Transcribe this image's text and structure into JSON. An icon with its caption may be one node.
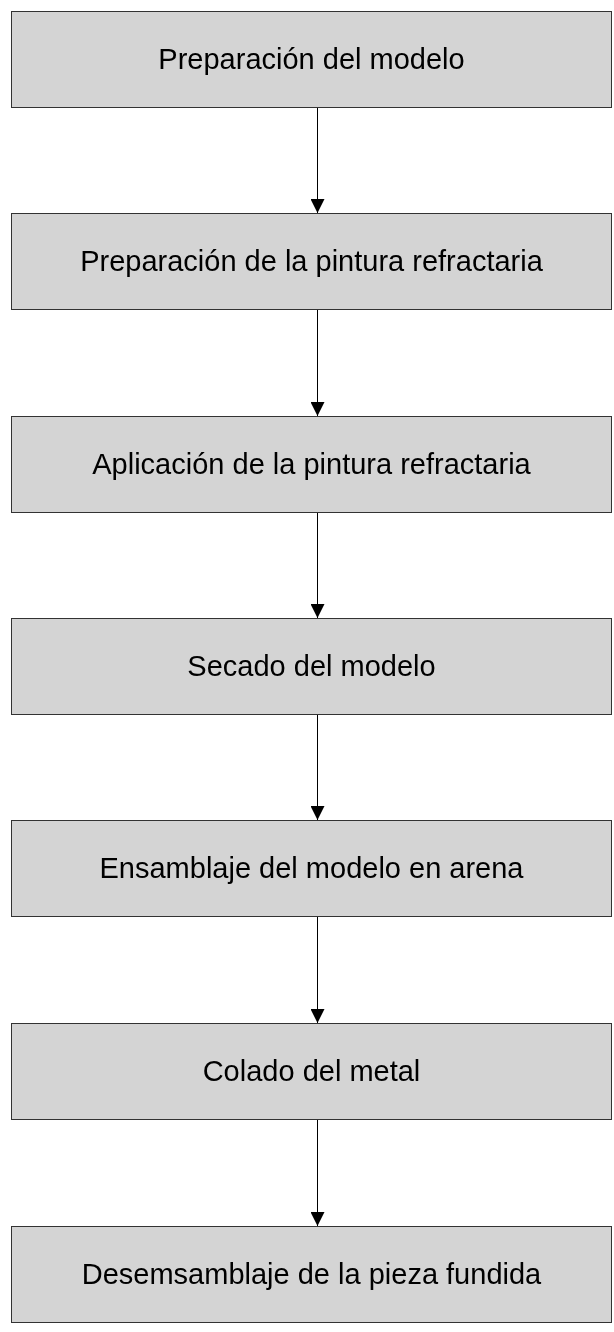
{
  "diagram": {
    "nodes": [
      {
        "text": [
          "Preparación del modelo"
        ]
      },
      {
        "text": [
          "Preparación de la pintura refractaria"
        ]
      },
      {
        "text": [
          "Aplicación de la pintura refractaria"
        ]
      },
      {
        "text": [
          "Secado del modelo"
        ]
      },
      {
        "text": [
          "Ensamblaje del modelo en arena"
        ]
      },
      {
        "text": [
          "Colado del metal"
        ]
      },
      {
        "text": [
          "Desemsamblaje de la pieza fundida"
        ]
      }
    ],
    "edges": [
      {
        "from": 0,
        "to": 1,
        "arrow": "to"
      },
      {
        "from": 1,
        "to": 2,
        "arrow": "to"
      },
      {
        "from": 2,
        "to": 3,
        "arrow": "to"
      },
      {
        "from": 3,
        "to": 4,
        "arrow": "to"
      },
      {
        "from": 4,
        "to": 5,
        "arrow": "to"
      },
      {
        "from": 5,
        "to": 6,
        "arrow": "to"
      }
    ]
  }
}
